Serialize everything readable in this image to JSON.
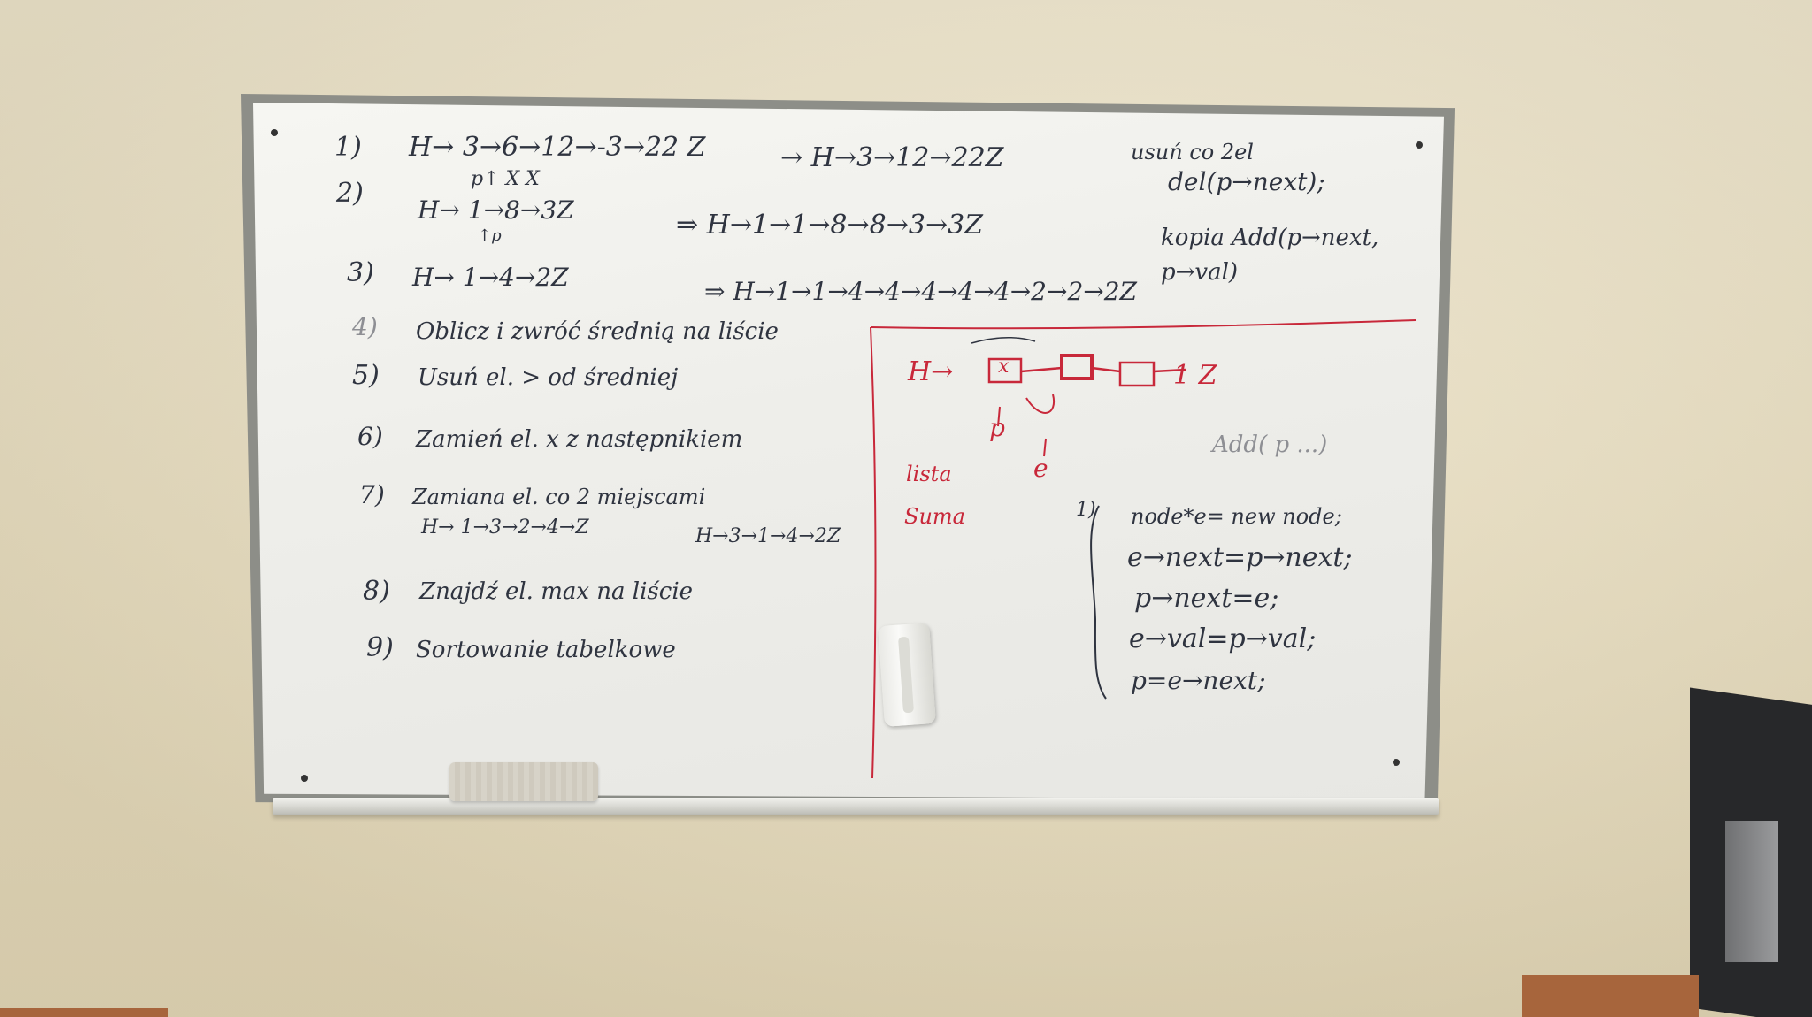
{
  "board": {
    "items": [
      {
        "num": "1)",
        "text": "H→ 3→6→12→-3→22 Z",
        "result": "→ H→3→12→22Z",
        "note": "usuń co 2el",
        "marks": "p↑ X X"
      },
      {
        "num": "2)",
        "text": "H→ 1→8→3Z",
        "result": "⇒ H→1→1→8→8→3→3Z",
        "note": "del(p→next);",
        "marks": "↑p"
      },
      {
        "num": "3)",
        "text": "H→ 1→4→2Z",
        "result": "⇒ H→1→1→4→4→4→4→4→2→2→2Z",
        "note": "kopia Add(p→next, p→val)"
      },
      {
        "num": "4)",
        "text": "Oblicz i zwróć średnią na liście"
      },
      {
        "num": "5)",
        "text": "Usuń el. > od średniej"
      },
      {
        "num": "6)",
        "text": "Zamień el. x z następnikiem"
      },
      {
        "num": "7)",
        "text": "Zamiana el. co 2 miejscami",
        "sub": "H→ 1→3→2→4→Z",
        "sub_result": "H→3→1→4→2Z"
      },
      {
        "num": "8)",
        "text": "Znajdź el. max na liście"
      },
      {
        "num": "9)",
        "text": "Sortowanie tabelkowe"
      }
    ],
    "red_panel": {
      "list_head": "H→",
      "node_x": "x",
      "list_tail": "1 Z",
      "label_p": "p",
      "label_e": "e",
      "label_1": "lista",
      "label_2": "Suma",
      "faint_text": "Add( p ...)"
    },
    "code": {
      "marker": "1)",
      "lines": [
        "node*e= new node;",
        "e→next=p→next;",
        "p→next=e;",
        "e→val=p→val;",
        "p=e→next;"
      ]
    }
  },
  "colors": {
    "marker_black": "#2f3440",
    "marker_red": "#c8283a",
    "wall": "#e7dcbd",
    "board": "#f0f0ec"
  }
}
